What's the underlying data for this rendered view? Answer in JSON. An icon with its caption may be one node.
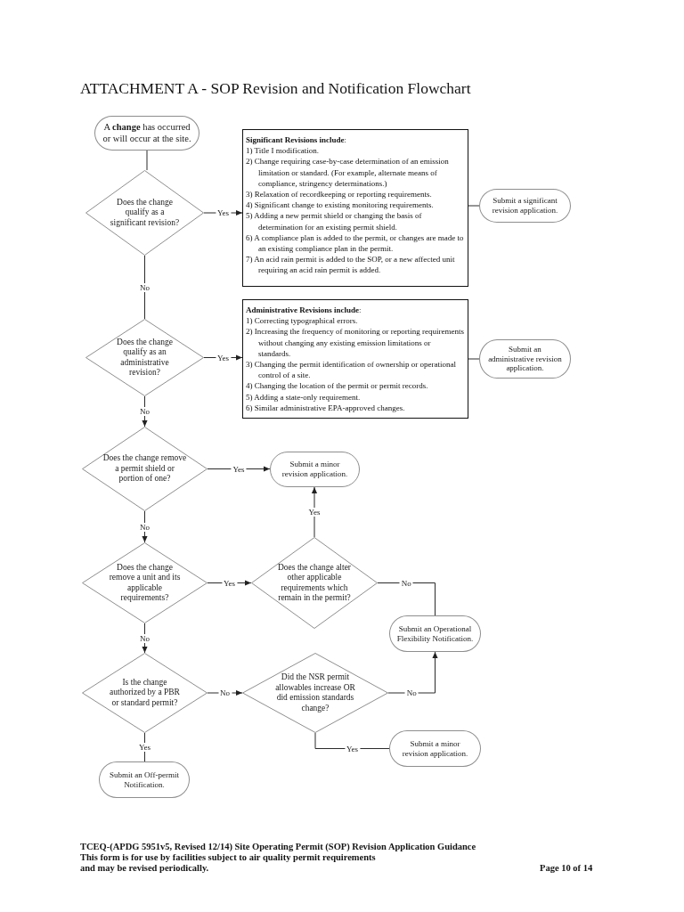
{
  "diagram": {
    "title": "ATTACHMENT A - SOP Revision and Notification Flowchart",
    "nodes": [
      {
        "text": [
          "A **change** has occurred or will occur at the site."
        ]
      },
      {
        "text": [
          "Does the change qualify as a significant revision?"
        ]
      },
      {
        "text": [
          "**Significant Revisions include**:",
          "1) Title I modification.",
          "2) Change requiring case-by-case determination of an emission limitation or standard. (For example, alternate means of compliance, stringency determinations.)",
          "3) Relaxation of recordkeeping or reporting requirements.",
          "4) Significant change to existing monitoring requirements.",
          "5) Adding a new permit shield or changing the basis of determination for an existing permit shield.",
          "6) A compliance plan is added to the permit, or changes are made to an existing compliance plan in the permit.",
          "7) An acid rain permit is added to the SOP, or a new affected unit requiring an acid rain permit is added."
        ]
      },
      {
        "text": [
          "Submit a significant revision application."
        ]
      },
      {
        "text": [
          "Does the change qualify as an administrative revision?"
        ]
      },
      {
        "text": [
          "**Administrative Revisions include**:",
          "1) Correcting typographical errors.",
          "2) Increasing the frequency of monitoring or reporting requirements without changing any existing emission limitations or standards.",
          "3) Changing the permit identification of ownership or operational control of a site.",
          "4) Changing the location of the permit or permit records.",
          "5) Adding a state-only requirement.",
          "6) Similar administrative EPA-approved changes."
        ]
      },
      {
        "text": [
          "Submit an administrative revision application."
        ]
      },
      {
        "text": [
          "Does the change remove a permit shield or portion of one?"
        ]
      },
      {
        "text": [
          "Submit a minor revision application."
        ]
      },
      {
        "text": [
          "Does the change remove a unit and its applicable requirements?"
        ]
      },
      {
        "text": [
          "Does the change alter other applicable requirements which remain in the permit?"
        ]
      },
      {
        "text": [
          "Submit an Operational Flexibility Notification."
        ]
      },
      {
        "text": [
          "Is the change authorized by a PBR or standard permit?"
        ]
      },
      {
        "text": [
          "Did the NSR permit allowables increase OR did emission standards change?"
        ]
      },
      {
        "text": [
          "Submit a minor revision application."
        ]
      },
      {
        "text": [
          "Submit an Off-permit Notification."
        ]
      }
    ],
    "edges": [
      {
        "from": 0,
        "to": 1,
        "arrow": "none"
      },
      {
        "from": 1,
        "to": 2,
        "arrow": "to",
        "label": "Yes"
      },
      {
        "from": 2,
        "to": 3,
        "arrow": "none"
      },
      {
        "from": 1,
        "to": 4,
        "arrow": "none",
        "label": "No"
      },
      {
        "from": 4,
        "to": 5,
        "arrow": "to",
        "label": "Yes"
      },
      {
        "from": 5,
        "to": 6,
        "arrow": "none"
      },
      {
        "from": 4,
        "to": 7,
        "arrow": "to",
        "label": "No"
      },
      {
        "from": 7,
        "to": 8,
        "arrow": "to",
        "label": "Yes"
      },
      {
        "from": 7,
        "to": 9,
        "arrow": "to",
        "label": "No"
      },
      {
        "from": 9,
        "to": 10,
        "arrow": "to",
        "label": "Yes"
      },
      {
        "from": 10,
        "to": 8,
        "arrow": "to",
        "label": "Yes"
      },
      {
        "from": 10,
        "to": 11,
        "arrow": "none",
        "label": "No"
      },
      {
        "from": 9,
        "to": 12,
        "arrow": "to",
        "label": "No"
      },
      {
        "from": 12,
        "to": 13,
        "arrow": "to",
        "label": "No"
      },
      {
        "from": 13,
        "to": 11,
        "arrow": "to",
        "label": "No"
      },
      {
        "from": 13,
        "to": 14,
        "arrow": "none",
        "label": "Yes"
      },
      {
        "from": 12,
        "to": 15,
        "arrow": "none",
        "label": "Yes"
      }
    ],
    "labels": [
      "TCEQ-(APDG 5951v5, Revised 12/14) Site Operating Permit (SOP) Revision Application Guidance",
      "This form is for use by facilities subject to air quality permit requirements",
      "and may be revised periodically.",
      "Page 10 of 14"
    ]
  }
}
